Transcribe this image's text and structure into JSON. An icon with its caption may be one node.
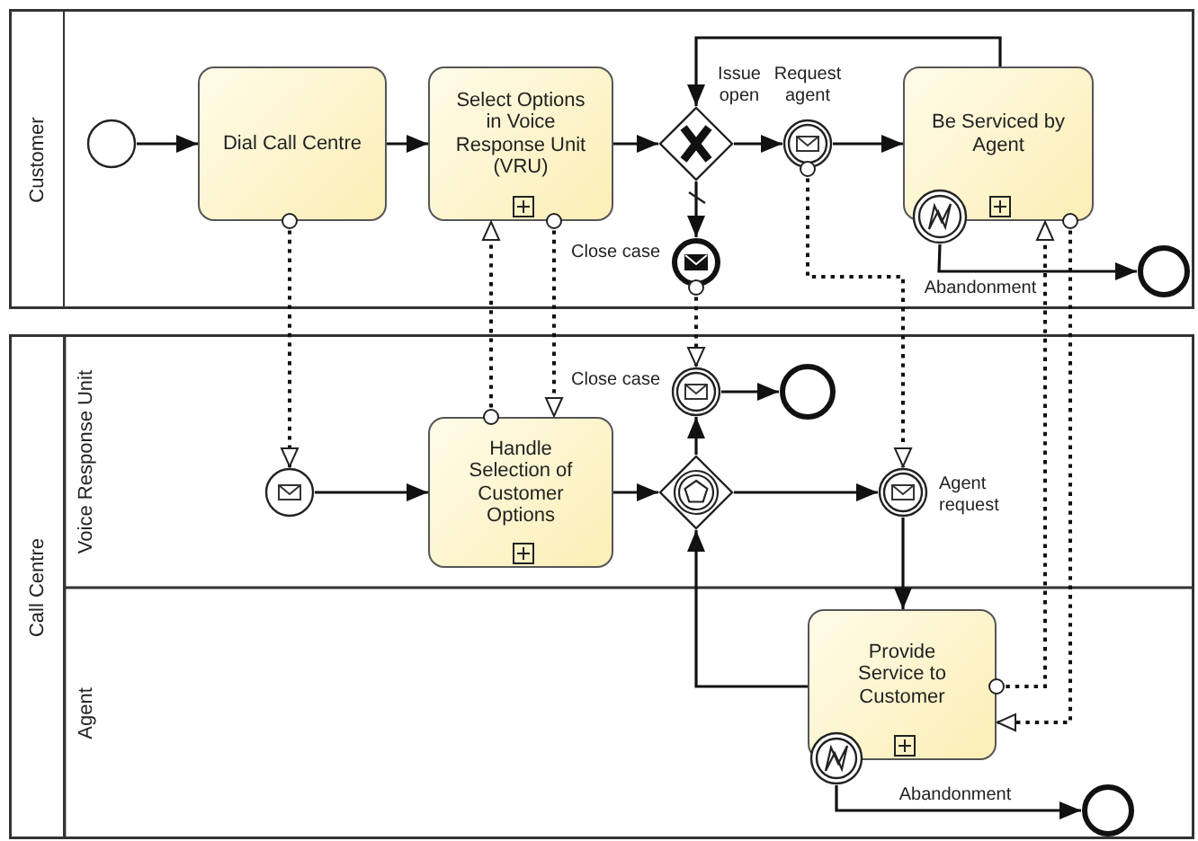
{
  "diagram": {
    "nodes": [
      {
        "text": [
          "Customer"
        ]
      },
      {
        "text": [],
        "shape": "circle",
        "in": 0
      },
      {
        "text": [
          "Dial Call Centre"
        ],
        "in": 0
      },
      {
        "text": [
          "Select Options in Voice Response Unit (VRU)"
        ],
        "in": 0
      },
      {
        "text": [],
        "shape": "diamond",
        "in": 0
      },
      {
        "text": [],
        "shape": "circle",
        "in": 0,
        "beside": [
          "Request agent"
        ]
      },
      {
        "text": [
          "Be Serviced by Agent"
        ],
        "in": 0
      },
      {
        "text": [],
        "shape": "circle",
        "in": 0
      },
      {
        "text": [],
        "shape": "circle",
        "in": 0
      },
      {
        "text": [],
        "shape": "circle",
        "in": 0,
        "beside": [
          "Close case"
        ]
      },
      {
        "text": [
          "Call Centre"
        ]
      },
      {
        "text": [
          "Voice Response Unit"
        ],
        "in": 10
      },
      {
        "text": [
          "Agent"
        ],
        "in": 10
      },
      {
        "text": [],
        "shape": "circle",
        "in": 11
      },
      {
        "text": [
          "Handle Selection of Customer Options"
        ],
        "in": 11
      },
      {
        "text": [],
        "shape": "diamond",
        "in": 11
      },
      {
        "text": [],
        "shape": "circle",
        "in": 11,
        "beside": [
          "Close case"
        ]
      },
      {
        "text": [],
        "shape": "circle",
        "in": 11
      },
      {
        "text": [],
        "shape": "circle",
        "in": 11,
        "beside": [
          "Agent request"
        ]
      },
      {
        "text": [
          "Provide Service to Customer"
        ],
        "in": 12
      },
      {
        "text": [],
        "shape": "circle",
        "in": 12
      },
      {
        "text": [],
        "shape": "circle",
        "in": 12
      }
    ],
    "edges": [
      {
        "from": 1,
        "to": 2,
        "arrow": "to"
      },
      {
        "from": 2,
        "to": 3,
        "arrow": "to"
      },
      {
        "from": 3,
        "to": 4,
        "arrow": "to"
      },
      {
        "from": 4,
        "to": 5,
        "arrow": "to",
        "label": "Issue open"
      },
      {
        "from": 5,
        "to": 6,
        "arrow": "to"
      },
      {
        "from": 6,
        "to": 4,
        "arrow": "to"
      },
      {
        "from": 4,
        "to": 9,
        "arrow": "to"
      },
      {
        "from": 7,
        "to": 8,
        "arrow": "to",
        "label": "Abandonment"
      },
      {
        "from": 13,
        "to": 14,
        "arrow": "to"
      },
      {
        "from": 14,
        "to": 15,
        "arrow": "to"
      },
      {
        "from": 15,
        "to": 16,
        "arrow": "to"
      },
      {
        "from": 16,
        "to": 17,
        "arrow": "to"
      },
      {
        "from": 15,
        "to": 18,
        "arrow": "to"
      },
      {
        "from": 18,
        "to": 19,
        "arrow": "to"
      },
      {
        "from": 19,
        "to": 15,
        "arrow": "to"
      },
      {
        "from": 20,
        "to": 21,
        "arrow": "to",
        "label": "Abandonment"
      },
      {
        "from": 2,
        "to": 13,
        "arrow": "to",
        "style": "dashed"
      },
      {
        "from": 14,
        "to": 3,
        "arrow": "to",
        "style": "dashed"
      },
      {
        "from": 3,
        "to": 14,
        "arrow": "to",
        "style": "dashed"
      },
      {
        "from": 9,
        "to": 16,
        "arrow": "to",
        "style": "dashed"
      },
      {
        "from": 5,
        "to": 18,
        "arrow": "to",
        "style": "dashed"
      },
      {
        "from": 19,
        "to": 6,
        "arrow": "to",
        "style": "dashed"
      },
      {
        "from": 6,
        "to": 19,
        "arrow": "to",
        "style": "dashed"
      }
    ]
  }
}
